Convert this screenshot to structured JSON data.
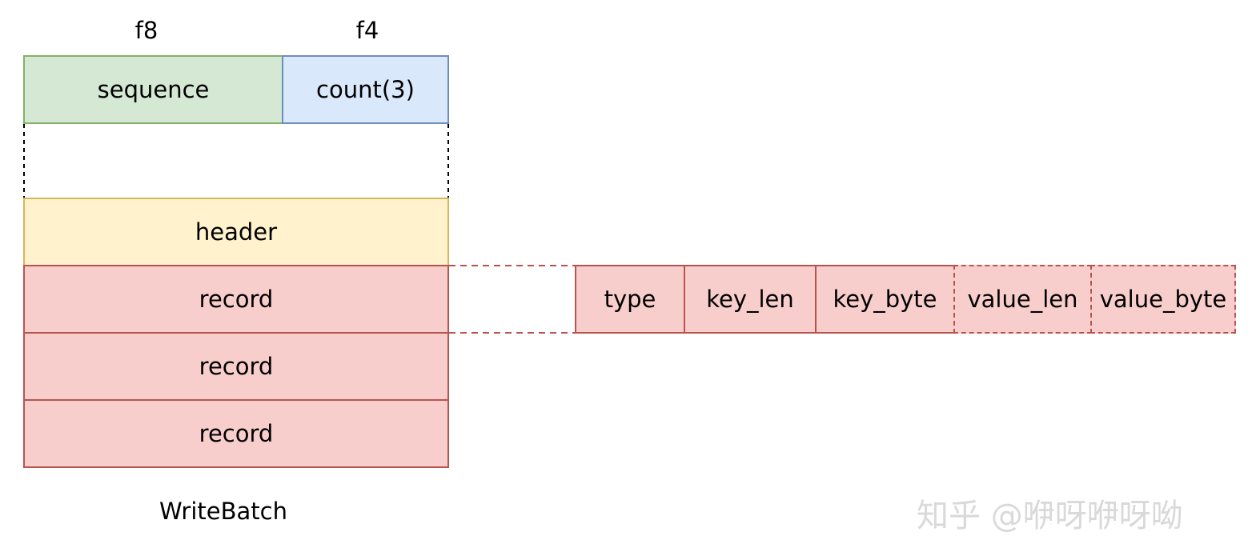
{
  "header_fields": {
    "sequence": {
      "size_label": "f8",
      "label": "sequence"
    },
    "count": {
      "size_label": "f4",
      "label": "count(3)"
    }
  },
  "batch": {
    "header_label": "header",
    "records": [
      "record",
      "record",
      "record"
    ],
    "caption": "WriteBatch"
  },
  "record_fields": {
    "type": "type",
    "key_len": "key_len",
    "key_byte": "key_byte",
    "value_len": "value_len",
    "value_byte": "value_byte"
  },
  "watermark": "知乎 @咿呀咿呀呦",
  "colors": {
    "sequence_fill": "#d5e8d4",
    "sequence_stroke": "#82b366",
    "count_fill": "#dae8fc",
    "count_stroke": "#6c8ebf",
    "header_fill": "#fff2cc",
    "header_stroke": "#d6b656",
    "record_fill": "#f8cecc",
    "record_stroke": "#b85450"
  }
}
